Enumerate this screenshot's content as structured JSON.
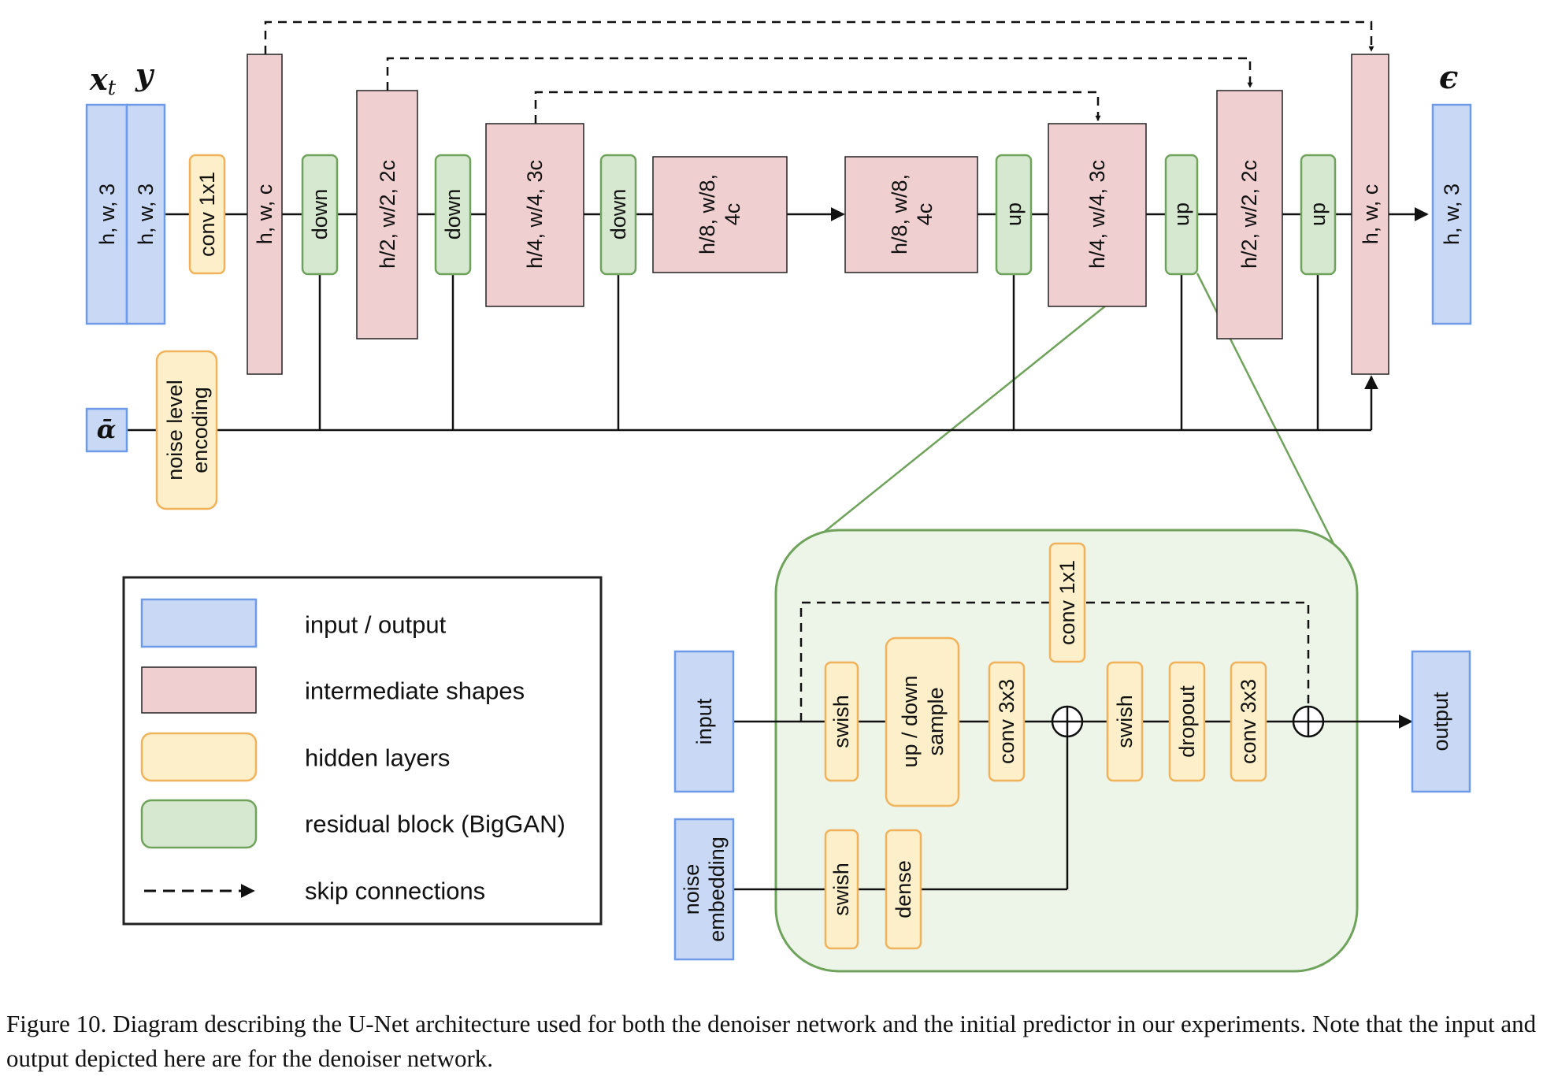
{
  "colors": {
    "io_fill": "#c9d8f4",
    "io_stroke": "#6f9ae8",
    "inter_fill": "#efcfd0",
    "inter_stroke": "#222222",
    "hidden_fill": "#fcefc9",
    "hidden_stroke": "#f0b25a",
    "res_fill": "#d7e8d0",
    "res_stroke": "#6fa35c",
    "panel_fill": "#edf5e9",
    "panel_stroke": "#6fa35c"
  },
  "unet": {
    "input_label_x": "x",
    "input_label_x_sub": "t",
    "input_label_y": "y",
    "output_label": "ϵ",
    "noise_input": "ᾱ",
    "blocks": {
      "input_x": "h, w, 3",
      "input_y": "h, w, 3",
      "conv_in": "conv 1x1",
      "enc_1": "h, w, c",
      "down_1": "down",
      "enc_2": "h/2, w/2, 2c",
      "down_2": "down",
      "enc_3": "h/4, w/4, 3c",
      "down_3": "down",
      "mid_1_line1": "h/8, w/8,",
      "mid_1_line2": "4c",
      "mid_2_line1": "h/8, w/8,",
      "mid_2_line2": "4c",
      "up_1": "up",
      "dec_3": "h/4, w/4, 3c",
      "up_2": "up",
      "dec_2": "h/2, w/2, 2c",
      "up_3": "up",
      "dec_1": "h, w, c",
      "output": "h, w, 3",
      "noise_enc_line1": "noise level",
      "noise_enc_line2": "encoding"
    }
  },
  "legend": {
    "items": [
      {
        "kind": "io",
        "label": "input / output"
      },
      {
        "kind": "intermediate",
        "label": "intermediate shapes"
      },
      {
        "kind": "hidden",
        "label": "hidden layers"
      },
      {
        "kind": "residual",
        "label": "residual block (BigGAN)"
      },
      {
        "kind": "skip",
        "label": "skip connections"
      }
    ]
  },
  "resblock": {
    "input": "input",
    "noise_line1": "noise",
    "noise_line2": "embedding",
    "swish_1": "swish",
    "updown_line1": "up / down",
    "updown_line2": "sample",
    "conv3x3_1": "conv 3x3",
    "conv1x1": "conv 1x1",
    "swish_2": "swish",
    "dropout": "dropout",
    "conv3x3_2": "conv 3x3",
    "swish_3": "swish",
    "dense": "dense",
    "output": "output"
  },
  "caption": "Figure 10. Diagram describing the U-Net architecture used for both the denoiser network and the initial predictor in our experiments. Note that the input and output depicted here are for the denoiser network."
}
